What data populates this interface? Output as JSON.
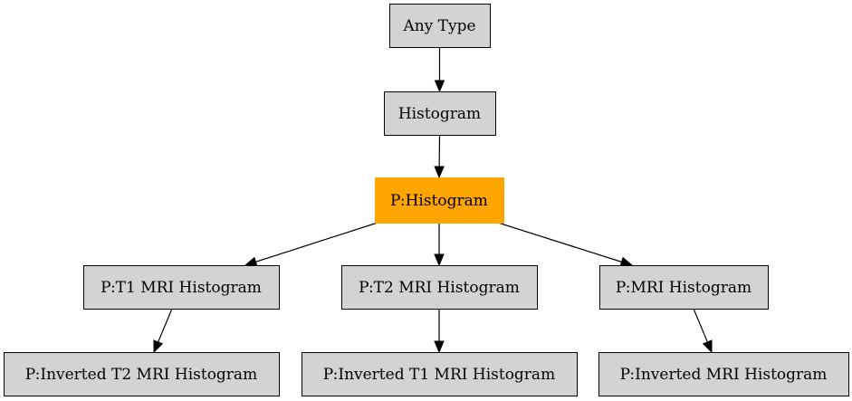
{
  "diagram": {
    "colors": {
      "node_fill": "#d3d3d3",
      "node_border": "#000000",
      "highlight_fill": "#ffa500",
      "edge": "#000000",
      "background": "#ffffff"
    },
    "nodes": [
      {
        "id": "any-type",
        "label": "Any Type",
        "highlighted": false
      },
      {
        "id": "histogram",
        "label": "Histogram",
        "highlighted": false
      },
      {
        "id": "p-histogram",
        "label": "P:Histogram",
        "highlighted": true
      },
      {
        "id": "p-t1-mri-histogram",
        "label": "P:T1 MRI Histogram",
        "highlighted": false
      },
      {
        "id": "p-t2-mri-histogram",
        "label": "P:T2 MRI Histogram",
        "highlighted": false
      },
      {
        "id": "p-mri-histogram",
        "label": "P:MRI Histogram",
        "highlighted": false
      },
      {
        "id": "p-inverted-t2-mri-histogram",
        "label": "P:Inverted T2 MRI Histogram",
        "highlighted": false
      },
      {
        "id": "p-inverted-t1-mri-histogram",
        "label": "P:Inverted T1 MRI Histogram",
        "highlighted": false
      },
      {
        "id": "p-inverted-mri-histogram",
        "label": "P:Inverted MRI Histogram",
        "highlighted": false
      }
    ],
    "edges": [
      {
        "from": "any-type",
        "to": "histogram"
      },
      {
        "from": "histogram",
        "to": "p-histogram"
      },
      {
        "from": "p-histogram",
        "to": "p-t1-mri-histogram"
      },
      {
        "from": "p-histogram",
        "to": "p-t2-mri-histogram"
      },
      {
        "from": "p-histogram",
        "to": "p-mri-histogram"
      },
      {
        "from": "p-t1-mri-histogram",
        "to": "p-inverted-t2-mri-histogram"
      },
      {
        "from": "p-t2-mri-histogram",
        "to": "p-inverted-t1-mri-histogram"
      },
      {
        "from": "p-mri-histogram",
        "to": "p-inverted-mri-histogram"
      }
    ]
  }
}
